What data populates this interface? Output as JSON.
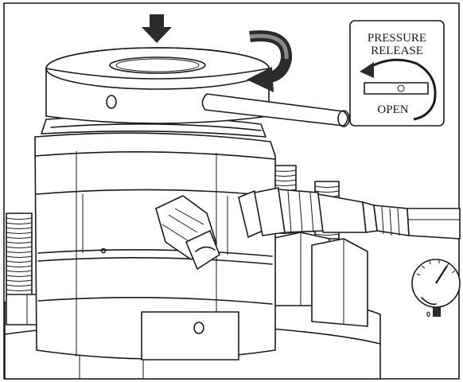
{
  "inset": {
    "title_line1": "PRESSURE",
    "title_line2": "RELEASE",
    "open_label": "OPEN"
  },
  "gauge": {
    "zero_label": "0"
  },
  "colors": {
    "line": "#1a1a1a",
    "fill_dark": "#2b2b2b",
    "background": "#ffffff"
  }
}
